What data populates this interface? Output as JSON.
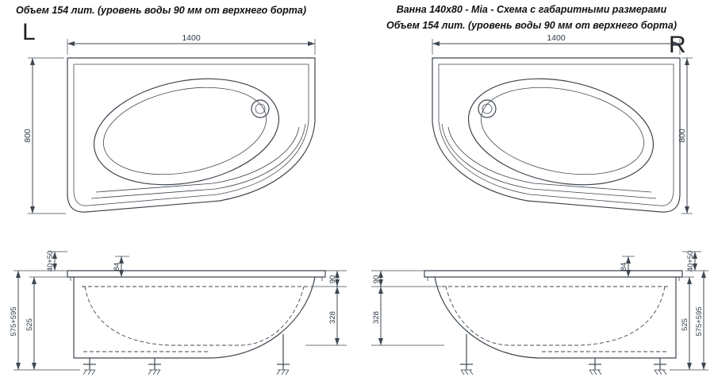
{
  "header": {
    "left_note": "Объем 154 лит. (уровень воды 90 мм от верхнего борта)",
    "title": "Ванна 140x80 - Mia - Схема с габаритными размерами",
    "right_note": "Объем 154 лит. (уровень воды 90 мм от верхнего борта)"
  },
  "orientation": {
    "left": "L",
    "right": "R"
  },
  "plan": {
    "width": "1400",
    "height": "800"
  },
  "elevation": {
    "rim_range": "40+50",
    "headrest": "84",
    "water_offset": "90",
    "depth": "328",
    "body_height": "525",
    "total_height": "575+595"
  }
}
